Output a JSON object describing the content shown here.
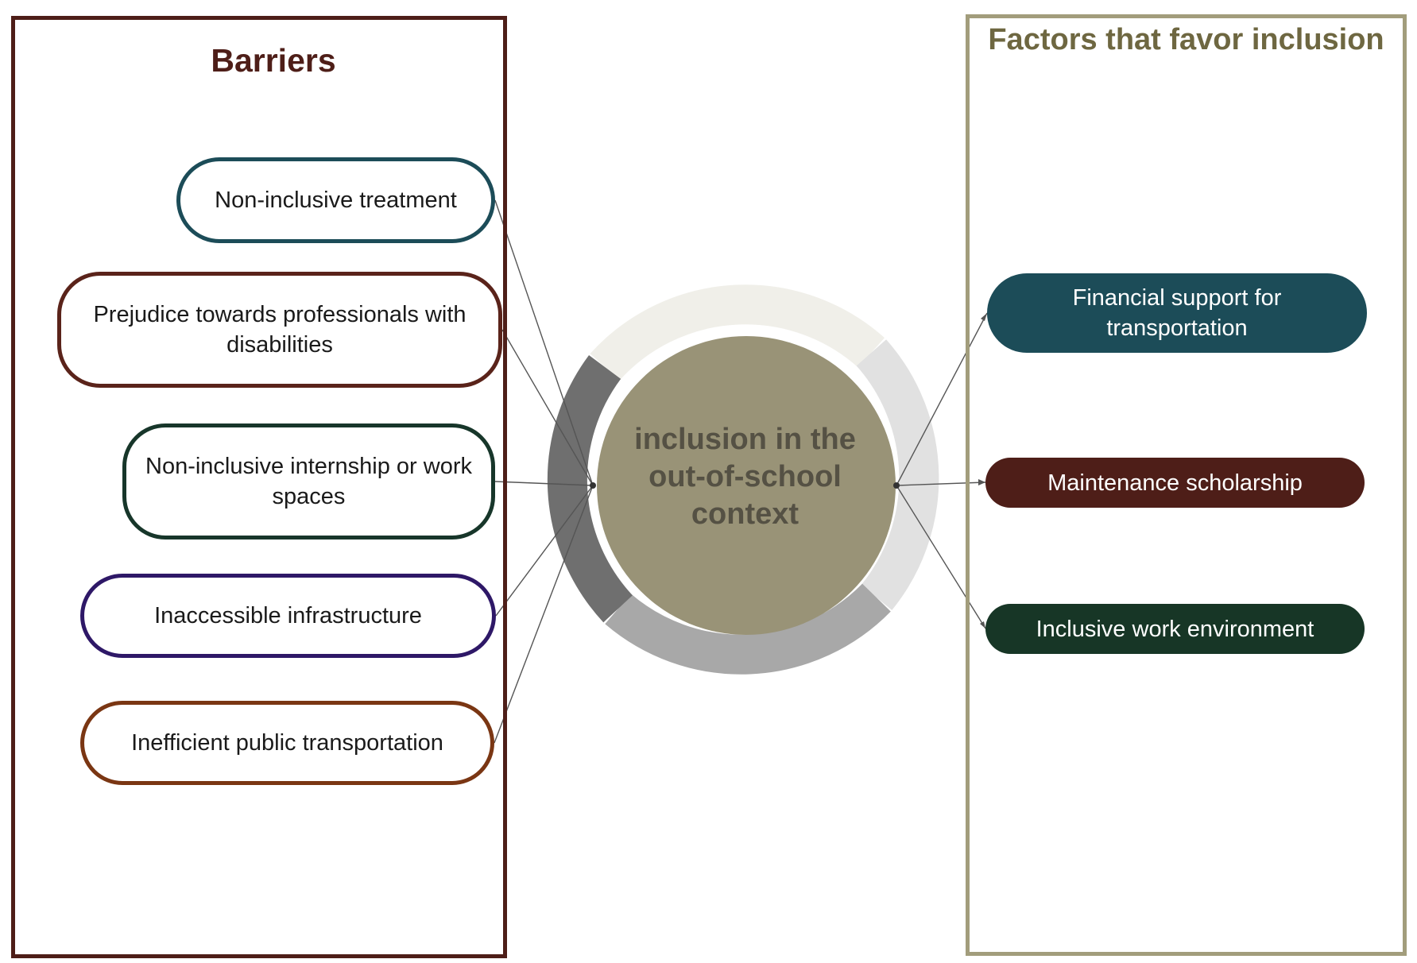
{
  "barriers": {
    "title": "Barriers",
    "items": [
      {
        "label": "Non-inclusive treatment",
        "color": "#1c4c58"
      },
      {
        "label": "Prejudice towards professionals with disabilities",
        "color": "#5a231a"
      },
      {
        "label": "Non-inclusive internship or work spaces",
        "color": "#17362a"
      },
      {
        "label": "Inaccessible infrastructure",
        "color": "#2e1867"
      },
      {
        "label": "Inefficient public transportation",
        "color": "#7a3613"
      }
    ]
  },
  "center": {
    "label": "inclusion in the out-of-school context",
    "fill_color": "#999377"
  },
  "factors": {
    "title": "Factors that favor inclusion",
    "items": [
      {
        "label": "Financial support for transportation",
        "color": "#1c4c58"
      },
      {
        "label": "Maintenance scholarship",
        "color": "#4e1e18"
      },
      {
        "label": "Inclusive work environment",
        "color": "#173626"
      }
    ]
  }
}
